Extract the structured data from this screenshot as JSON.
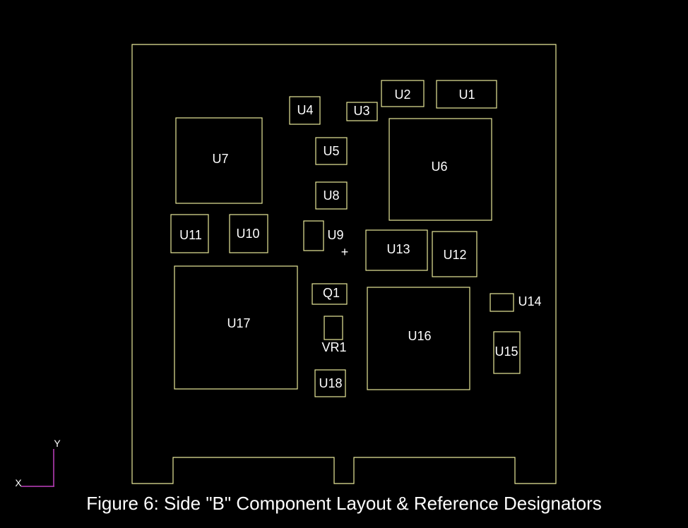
{
  "caption": "Figure 6: Side \"B\" Component Layout & Reference Designators",
  "colors": {
    "background": "#000000",
    "outline": "#e8e89a",
    "label": "#ffffff",
    "axis": "#c040c0"
  },
  "axis_labels": {
    "x": "X",
    "y": "Y"
  },
  "origin_marker": "+",
  "components": [
    "U1",
    "U2",
    "U3",
    "U4",
    "U5",
    "U6",
    "U7",
    "U8",
    "U9",
    "U10",
    "U11",
    "U12",
    "U13",
    "U14",
    "U15",
    "U16",
    "U17",
    "U18",
    "Q1",
    "VR1"
  ]
}
